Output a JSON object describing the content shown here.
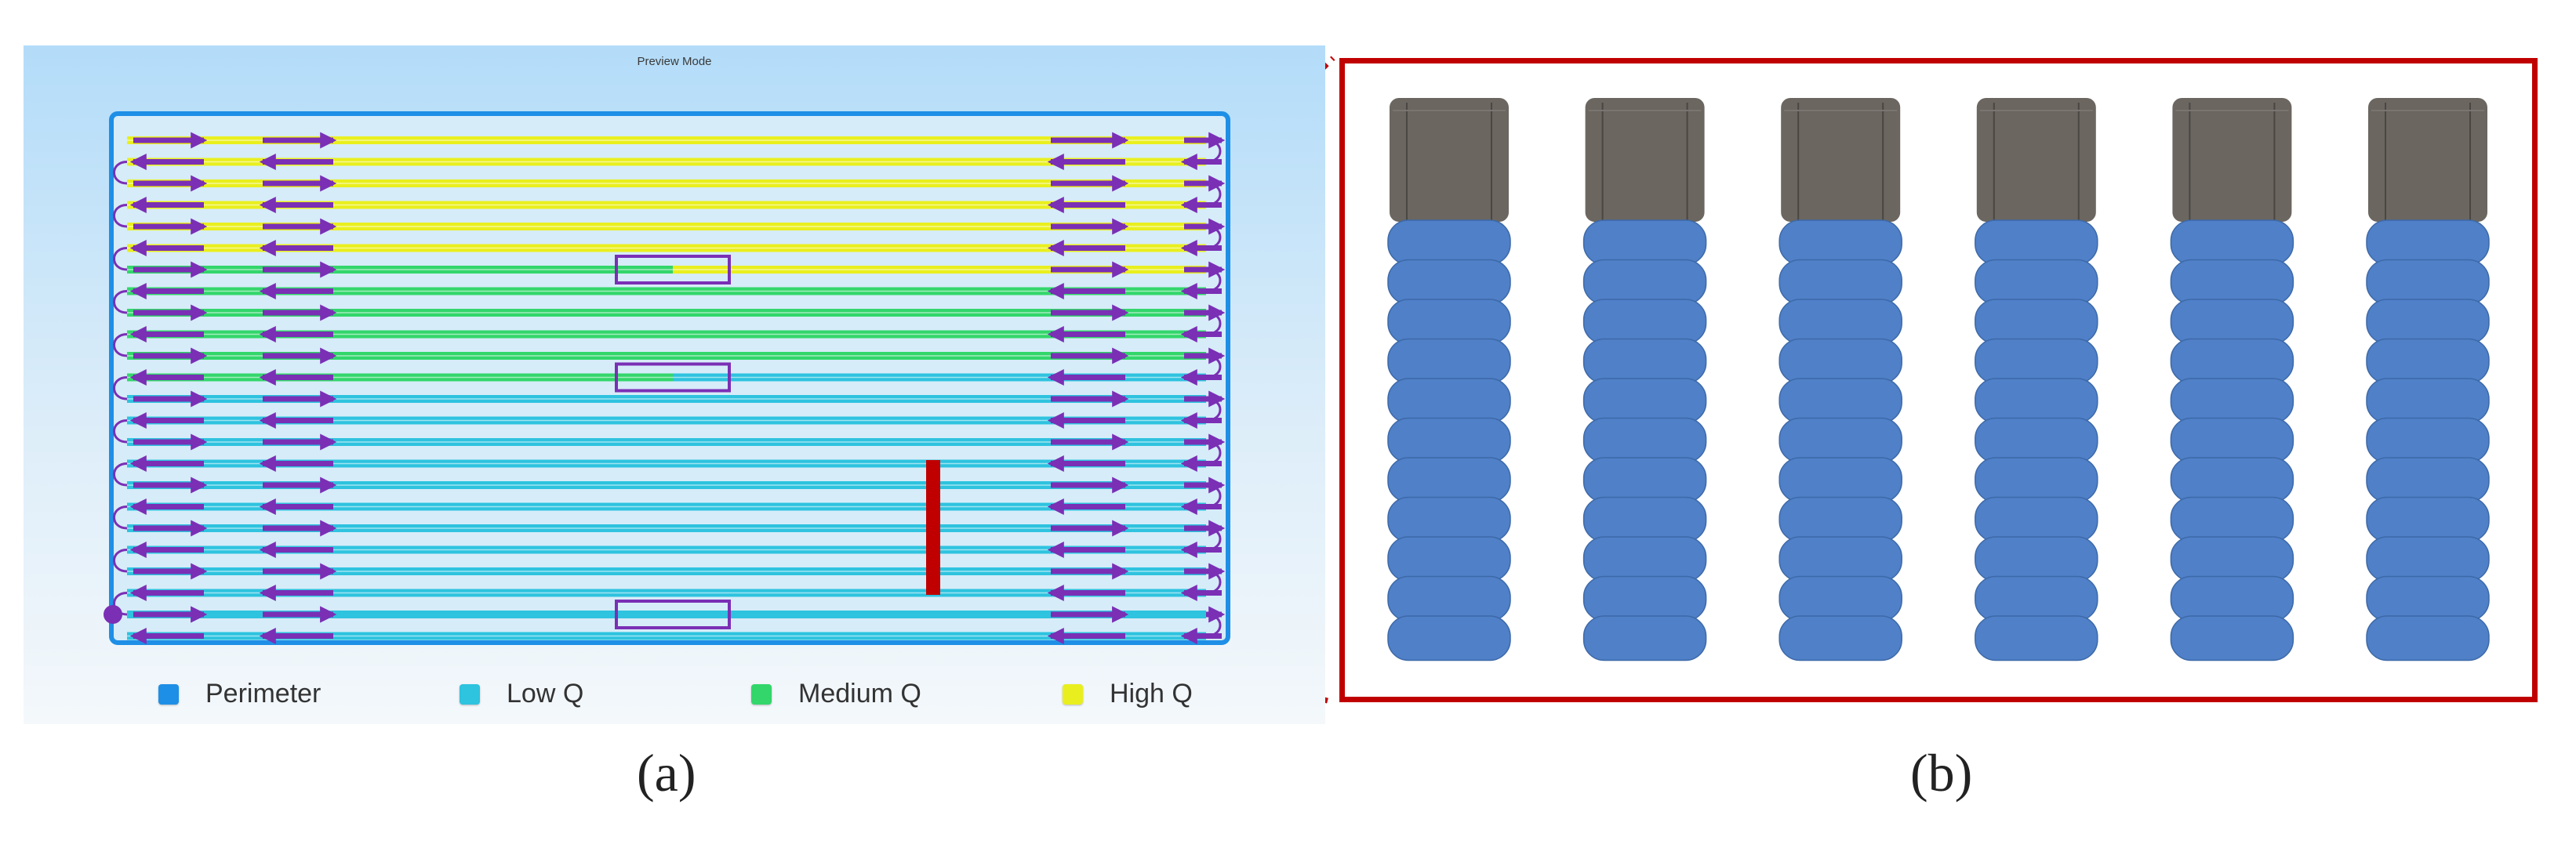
{
  "panel_a": {
    "mode_label": "Preview Mode",
    "legend": [
      {
        "label": "Perimeter",
        "color": "#1e8fe6"
      },
      {
        "label": "Low Q",
        "color": "#2ec3df"
      },
      {
        "label": "Medium Q",
        "color": "#33d66b"
      },
      {
        "label": "High Q",
        "color": "#e9ef1e"
      }
    ],
    "path_color": "#7a2fb5",
    "highlight_color": "#c00000"
  },
  "panel_b": {
    "column_count": 6,
    "beads_per_column": 11,
    "bead_color": "#4f80c8",
    "top_color": "#6b6660"
  },
  "captions": {
    "a": "(a)",
    "b": "(b)"
  }
}
